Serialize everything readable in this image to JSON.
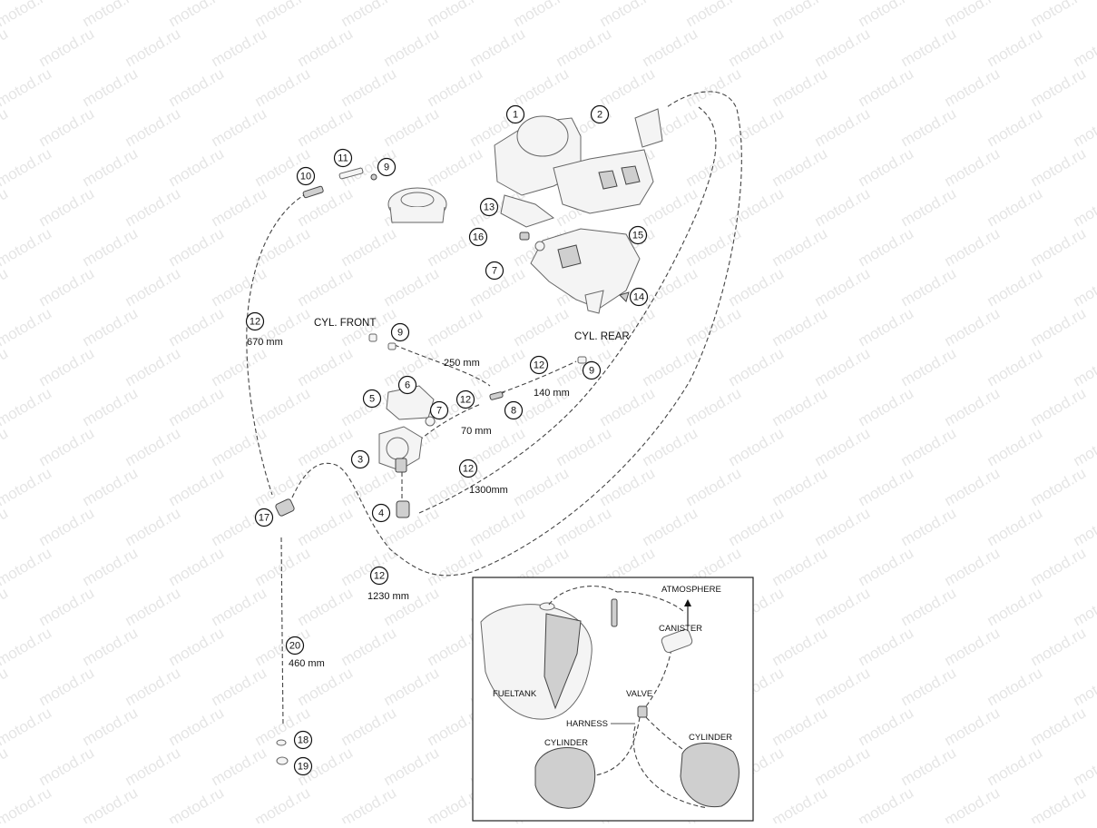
{
  "watermark": "motod.ru",
  "callouts": [
    {
      "n": "1"
    },
    {
      "n": "2"
    },
    {
      "n": "3"
    },
    {
      "n": "4"
    },
    {
      "n": "5"
    },
    {
      "n": "6"
    },
    {
      "n": "7"
    },
    {
      "n": "7"
    },
    {
      "n": "8"
    },
    {
      "n": "9"
    },
    {
      "n": "9"
    },
    {
      "n": "9"
    },
    {
      "n": "10"
    },
    {
      "n": "11"
    },
    {
      "n": "12"
    },
    {
      "n": "12"
    },
    {
      "n": "12"
    },
    {
      "n": "12"
    },
    {
      "n": "12"
    },
    {
      "n": "13"
    },
    {
      "n": "14"
    },
    {
      "n": "15"
    },
    {
      "n": "16"
    },
    {
      "n": "17"
    },
    {
      "n": "18"
    },
    {
      "n": "19"
    },
    {
      "n": "20"
    }
  ],
  "labels": {
    "cyl_front": "CYL. FRONT",
    "cyl_rear": "CYL. REAR",
    "len_670": "670 mm",
    "len_250": "250 mm",
    "len_140": "140 mm",
    "len_70": "70 mm",
    "len_1300": "1300mm",
    "len_1230": "1230 mm",
    "len_460": "460 mm"
  },
  "inset": {
    "atmosphere": "ATMOSPHERE",
    "canister": "CANISTER",
    "fueltank": "FUELTANK",
    "valve": "VALVE",
    "harness": "HARNESS",
    "cylinder_left": "CYLINDER",
    "cylinder_right": "CYLINDER"
  },
  "colors": {
    "line": "#111111",
    "watermark": "#d0d0d0",
    "background": "#ffffff"
  }
}
